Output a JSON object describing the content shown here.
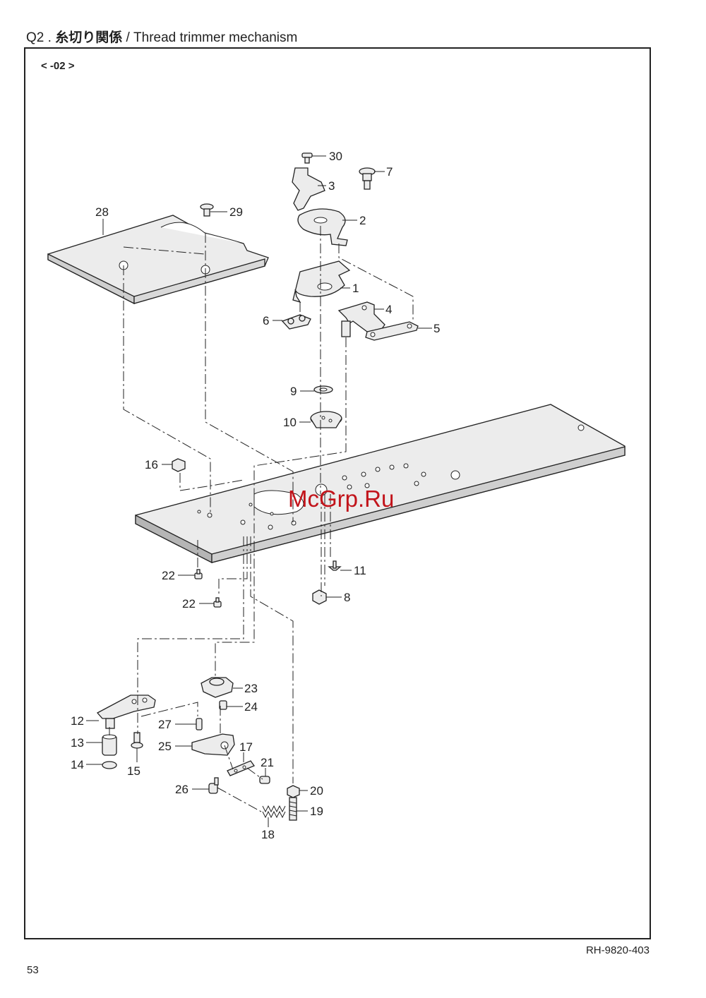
{
  "header": {
    "prefix": "Q2 . ",
    "title_jp": "糸切り関係",
    "title_en": " / Thread trimmer mechanism"
  },
  "variant_label": "< -02 >",
  "doc_ref": "RH-9820-403",
  "page_number": "53",
  "watermark": "McGrp.Ru",
  "parts": [
    {
      "id": "p30",
      "label": "30",
      "icon": "pan-head-screw-icon"
    },
    {
      "id": "p7",
      "label": "7",
      "icon": "shoulder-screw-icon"
    },
    {
      "id": "p3",
      "label": "3",
      "icon": "link-plate-icon"
    },
    {
      "id": "p29",
      "label": "29",
      "icon": "screw-icon"
    },
    {
      "id": "p28",
      "label": "28",
      "icon": "cover-plate-icon"
    },
    {
      "id": "p2",
      "label": "2",
      "icon": "cam-plate-icon"
    },
    {
      "id": "p1",
      "label": "1",
      "icon": "cam-plate-icon"
    },
    {
      "id": "p4",
      "label": "4",
      "icon": "lever-icon"
    },
    {
      "id": "p6",
      "label": "6",
      "icon": "stud-plate-icon"
    },
    {
      "id": "p5",
      "label": "5",
      "icon": "link-icon"
    },
    {
      "id": "p9",
      "label": "9",
      "icon": "washer-icon"
    },
    {
      "id": "p10",
      "label": "10",
      "icon": "collar-icon"
    },
    {
      "id": "p16",
      "label": "16",
      "icon": "nut-icon"
    },
    {
      "id": "p11",
      "label": "11",
      "icon": "screw-icon"
    },
    {
      "id": "p22a",
      "label": "22",
      "icon": "screw-icon"
    },
    {
      "id": "p8",
      "label": "8",
      "icon": "nut-icon"
    },
    {
      "id": "p22b",
      "label": "22",
      "icon": "screw-icon"
    },
    {
      "id": "p23",
      "label": "23",
      "icon": "bracket-icon"
    },
    {
      "id": "p24",
      "label": "24",
      "icon": "screw-icon"
    },
    {
      "id": "p12",
      "label": "12",
      "icon": "lever-icon"
    },
    {
      "id": "p27",
      "label": "27",
      "icon": "pin-icon"
    },
    {
      "id": "p13",
      "label": "13",
      "icon": "bushing-icon"
    },
    {
      "id": "p25",
      "label": "25",
      "icon": "lever-icon"
    },
    {
      "id": "p17",
      "label": "17",
      "icon": "plate-icon"
    },
    {
      "id": "p21",
      "label": "21",
      "icon": "screw-icon"
    },
    {
      "id": "p14",
      "label": "14",
      "icon": "snap-ring-icon"
    },
    {
      "id": "p15",
      "label": "15",
      "icon": "screw-icon"
    },
    {
      "id": "p26",
      "label": "26",
      "icon": "screw-icon"
    },
    {
      "id": "p20",
      "label": "20",
      "icon": "nut-icon"
    },
    {
      "id": "p19",
      "label": "19",
      "icon": "adjusting-screw-icon"
    },
    {
      "id": "p18",
      "label": "18",
      "icon": "spring-icon"
    }
  ]
}
